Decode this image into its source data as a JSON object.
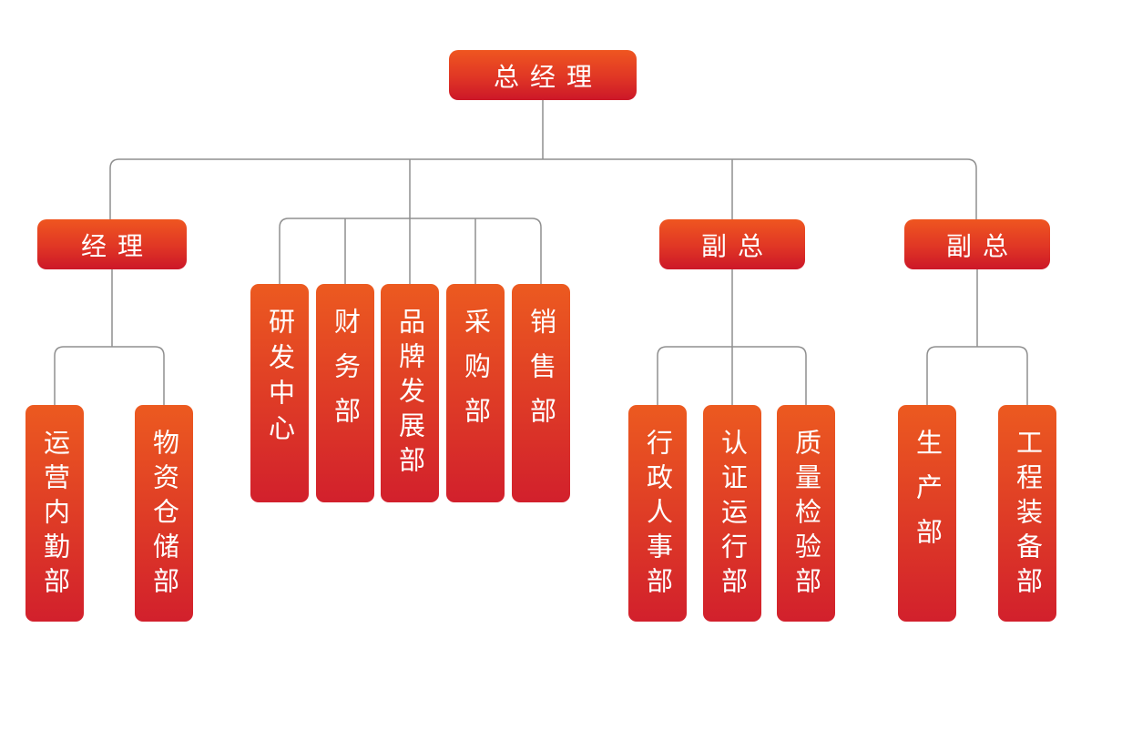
{
  "nodes": {
    "ceo": {
      "label": "总经理"
    },
    "manager": {
      "label": "经理"
    },
    "vp1": {
      "label": "副总"
    },
    "vp2": {
      "label": "副总"
    },
    "mid_departments": [
      {
        "label": "研发中心"
      },
      {
        "label": "财务部"
      },
      {
        "label": "品牌发展部"
      },
      {
        "label": "采购部"
      },
      {
        "label": "销售部"
      }
    ],
    "manager_departments": [
      {
        "label": "运营内勤部"
      },
      {
        "label": "物资仓储部"
      }
    ],
    "vp1_departments": [
      {
        "label": "行政人事部"
      },
      {
        "label": "认证运行部"
      },
      {
        "label": "质量检验部"
      }
    ],
    "vp2_departments": [
      {
        "label": "生产部"
      },
      {
        "label": "工程装备部"
      }
    ]
  },
  "colors": {
    "box_top": "#ec5a20",
    "box_bottom": "#d2202c",
    "header_top": "#ef5620",
    "header_bottom": "#cc1728",
    "line": "#8f8f8f",
    "text": "#ffffff"
  }
}
